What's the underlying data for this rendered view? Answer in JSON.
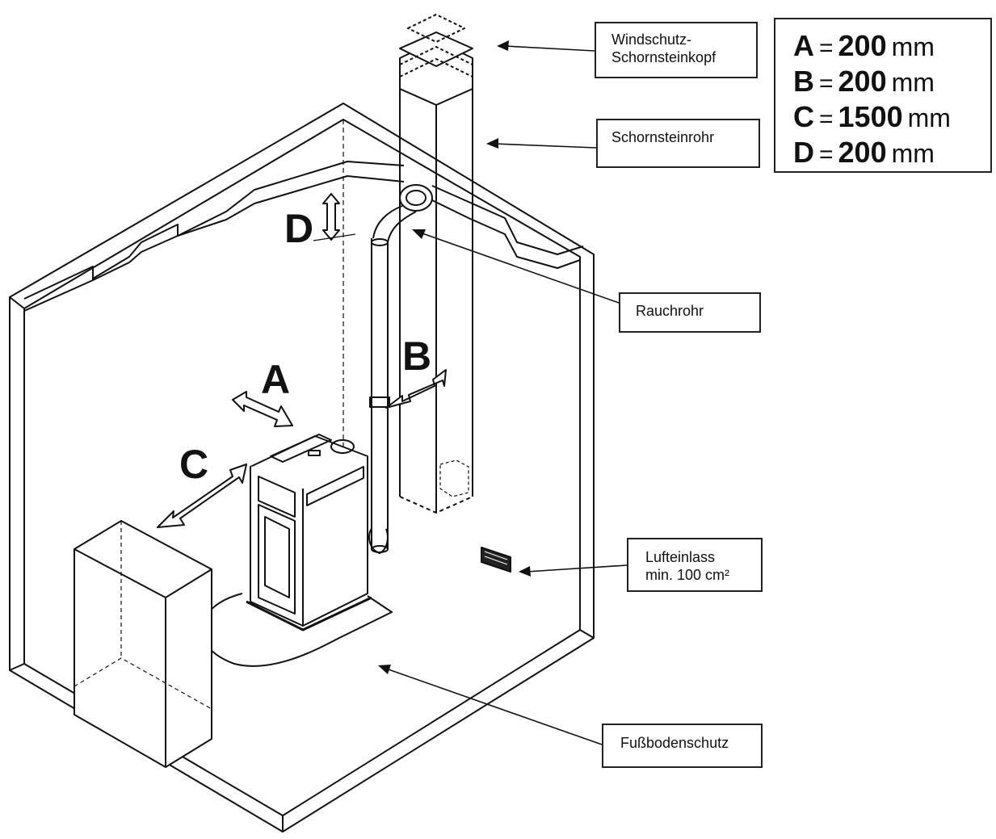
{
  "callouts": {
    "windschutz": {
      "line1": "Windschutz-",
      "line2": "Schornsteinkopf"
    },
    "schornsteinrohr": "Schornsteinrohr",
    "rauchrohr": "Rauchrohr",
    "lufteinlass": {
      "line1": "Lufteinlass",
      "line2": "min. 100 cm²"
    },
    "fussbodenschutz": "Fußbodenschutz"
  },
  "dimension_labels": {
    "a": "A",
    "b": "B",
    "c": "C",
    "d": "D"
  },
  "dimensions": [
    {
      "key": "A",
      "eq": "=",
      "value": "200",
      "unit": "mm"
    },
    {
      "key": "B",
      "eq": "=",
      "value": "200",
      "unit": "mm"
    },
    {
      "key": "C",
      "eq": "=",
      "value": "1500",
      "unit": "mm"
    },
    {
      "key": "D",
      "eq": "=",
      "value": "200",
      "unit": "mm"
    }
  ]
}
